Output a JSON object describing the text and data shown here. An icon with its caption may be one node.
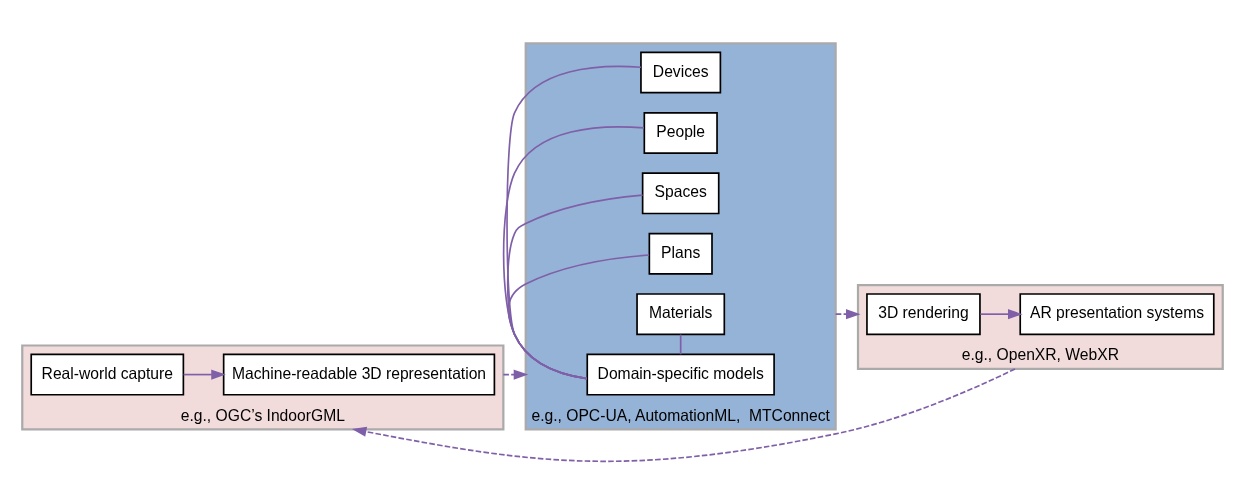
{
  "diagram": {
    "nodes": [
      {
        "text": [],
        "shape": "box",
        "beside": [
          "e.g., OGC’s IndoorGML"
        ]
      },
      {
        "text": [
          "Real-world capture"
        ],
        "in": 0
      },
      {
        "text": [
          "Machine-readable 3D representation"
        ],
        "in": 0
      },
      {
        "text": [],
        "shape": "box",
        "beside": [
          "e.g., OPC-UA, AutomationML,  MTConnect"
        ]
      },
      {
        "text": [
          "Domain-specific models"
        ],
        "in": 3
      },
      {
        "text": [
          "Devices"
        ],
        "in": 3
      },
      {
        "text": [
          "People"
        ],
        "in": 3
      },
      {
        "text": [
          "Spaces"
        ],
        "in": 3
      },
      {
        "text": [
          "Plans"
        ],
        "in": 3
      },
      {
        "text": [
          "Materials"
        ],
        "in": 3
      },
      {
        "text": [],
        "shape": "box",
        "beside": [
          "e.g., OpenXR, WebXR"
        ]
      },
      {
        "text": [
          "3D rendering"
        ],
        "in": 10
      },
      {
        "text": [
          "AR presentation systems"
        ],
        "in": 10
      }
    ],
    "edges": [
      {
        "from": 1,
        "to": 2,
        "arrow": "to"
      },
      {
        "from": 0,
        "to": 3,
        "arrow": "to",
        "style": "dashed"
      },
      {
        "from": 4,
        "to": 5,
        "arrow": "none"
      },
      {
        "from": 4,
        "to": 6,
        "arrow": "none"
      },
      {
        "from": 4,
        "to": 7,
        "arrow": "none"
      },
      {
        "from": 4,
        "to": 8,
        "arrow": "none"
      },
      {
        "from": 4,
        "to": 9,
        "arrow": "none"
      },
      {
        "from": 3,
        "to": 10,
        "arrow": "to",
        "style": "dashed"
      },
      {
        "from": 11,
        "to": 12,
        "arrow": "to"
      },
      {
        "from": 10,
        "to": 0,
        "arrow": "to",
        "style": "dashed"
      }
    ]
  }
}
